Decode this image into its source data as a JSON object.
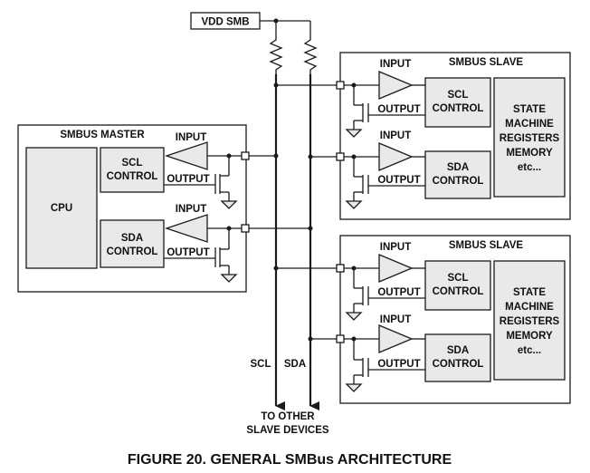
{
  "supply": {
    "label": "VDD SMB"
  },
  "master": {
    "title": "SMBUS MASTER",
    "cpu": "CPU",
    "scl_control": [
      "SCL",
      "CONTROL"
    ],
    "sda_control": [
      "SDA",
      "CONTROL"
    ],
    "input_label": "INPUT",
    "output_label": "OUTPUT"
  },
  "slaves": [
    {
      "title": "SMBUS SLAVE",
      "scl_control": [
        "SCL",
        "CONTROL"
      ],
      "sda_control": [
        "SDA",
        "CONTROL"
      ],
      "state_block": [
        "STATE",
        "MACHINE",
        "REGISTERS",
        "MEMORY",
        "etc..."
      ],
      "input_label": "INPUT",
      "output_label": "OUTPUT"
    },
    {
      "title": "SMBUS SLAVE",
      "scl_control": [
        "SCL",
        "CONTROL"
      ],
      "sda_control": [
        "SDA",
        "CONTROL"
      ],
      "state_block": [
        "STATE",
        "MACHINE",
        "REGISTERS",
        "MEMORY",
        "etc..."
      ],
      "input_label": "INPUT",
      "output_label": "OUTPUT"
    }
  ],
  "bus": {
    "scl_label": "SCL",
    "sda_label": "SDA",
    "continuation": [
      "TO OTHER",
      "SLAVE DEVICES"
    ]
  },
  "caption": "FIGURE 20.  GENERAL SMBus ARCHITECTURE"
}
